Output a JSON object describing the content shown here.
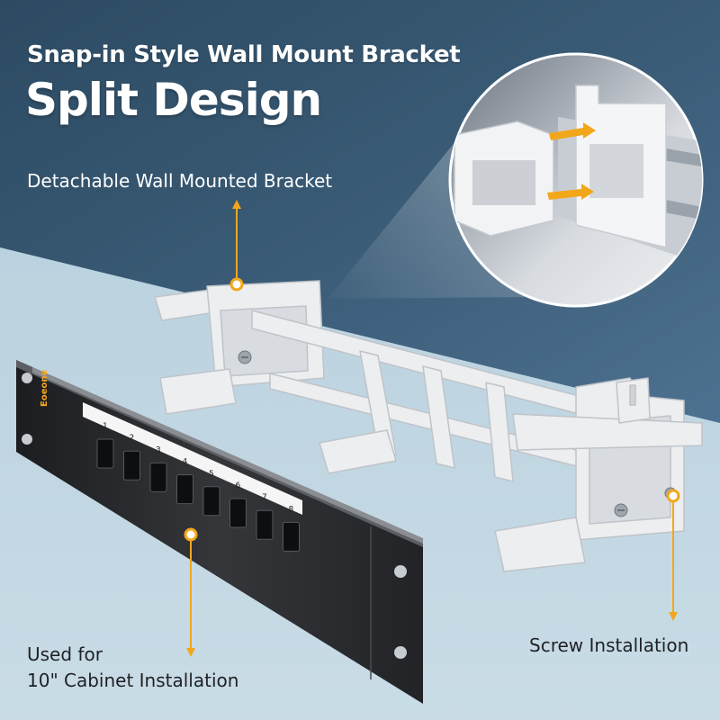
{
  "heading": {
    "line1": "Snap-in Style Wall Mount Bracket",
    "line2": "Split Design"
  },
  "callouts": {
    "detachable": "Detachable Wall Mounted Bracket",
    "cabinet_line1": "Used for",
    "cabinet_line2": "10\" Cabinet Installation",
    "screw": "Screw Installation"
  },
  "panel": {
    "brand": "Eoeone",
    "port_numbers": [
      "1",
      "2",
      "3",
      "4",
      "5",
      "6",
      "7",
      "8"
    ]
  },
  "colors": {
    "wall": "#33536d",
    "floor": "#bcd3e0",
    "accent": "#f2a71b",
    "panel": "#2a2c30",
    "bracket": "#eceef0"
  }
}
